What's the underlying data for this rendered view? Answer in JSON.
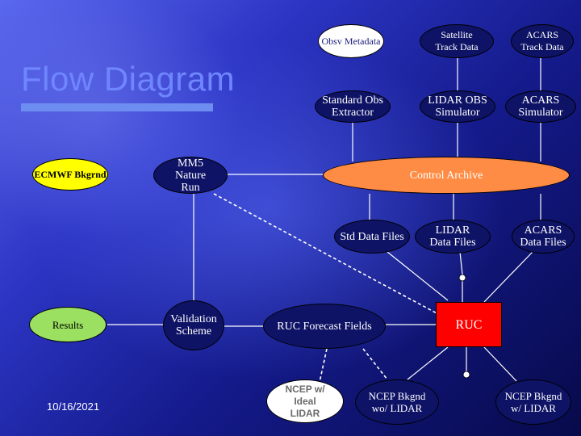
{
  "slide": {
    "title": "Flow Diagram",
    "date": "10/16/2021"
  },
  "nodes": {
    "obsv_metadata": "Obsv Metadata",
    "satellite_track_data": "Satellite Track Data",
    "acars_track_data": "ACARS Track Data",
    "standard_obs_extractor": "Standard Obs Extractor",
    "lidar_obs_simulator": "LIDAR OBS Simulator",
    "acars_simulator": "ACARS Simulator",
    "ecmwf_bkgrnd": "ECMWF Bkgrnd",
    "mm5_nature_run": "MM5 Nature Run",
    "control_archive": "Control Archive",
    "std_data_files": "Std Data Files",
    "lidar_data_files": "LIDAR Data Files",
    "acars_data_files": "ACARS Data Files",
    "results": "Results",
    "validation_scheme": "Validation Scheme",
    "ruc_forecast_fields": "RUC Forecast Fields",
    "ruc": "RUC",
    "ncep_ideal_lidar": "NCEP w/ Ideal LIDAR",
    "ncep_bkgnd_wo_lidar": "NCEP Bkgnd wo/ LIDAR",
    "ncep_bkgnd_w_lidar": "NCEP Bkgnd w/ LIDAR"
  },
  "colors": {
    "background_light": "#5a68ee",
    "background_dark": "#070a4a",
    "title": "#6f86ff",
    "navy_node": "#0e1366",
    "yellow_node": "#ffff00",
    "green_node": "#9be060",
    "orange_node": "#ff8c44",
    "ruc_box": "#ff0000"
  }
}
